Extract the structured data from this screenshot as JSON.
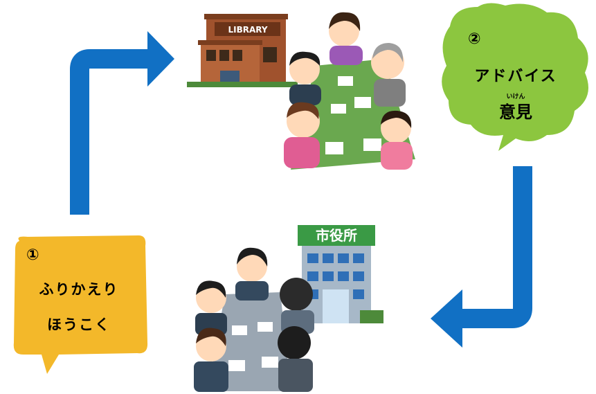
{
  "step1": {
    "number": "①",
    "line1": "ふりかえり",
    "line2": "ほうこく"
  },
  "step2": {
    "number": "②",
    "line1": "アドバイス",
    "line2": "意見",
    "ruby": "いけん"
  },
  "library_sign": "LIBRARY",
  "cityhall_sign": "市役所",
  "colors": {
    "arrow": "#1170c4",
    "bubble_yellow": "#f3b82a",
    "bubble_green": "#8cc63f",
    "library_brick": "#a0522d",
    "cityhall_green": "#3a9a45"
  }
}
